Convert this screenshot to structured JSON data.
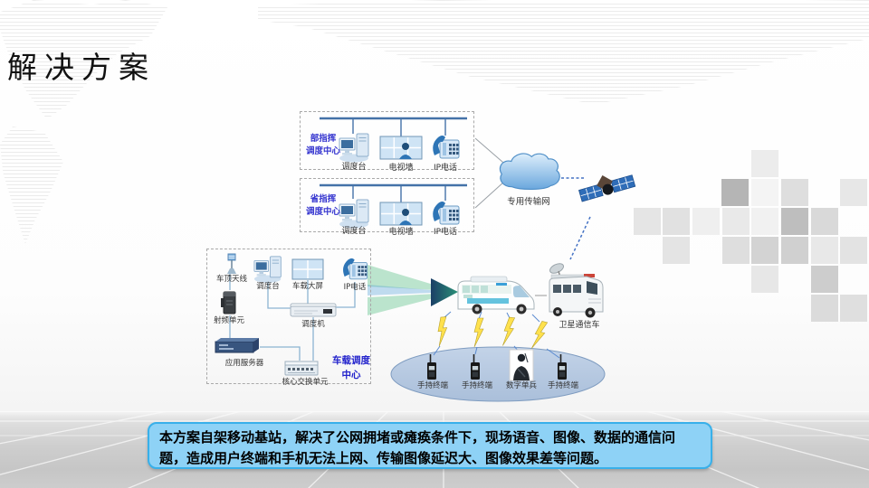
{
  "title": "解决方案",
  "boxes": {
    "ministry": {
      "name_line1": "部指挥",
      "name_line2": "调度中心",
      "items": [
        "调度台",
        "电视墙",
        "IP电话"
      ]
    },
    "province": {
      "name_line1": "省指挥",
      "name_line2": "调度中心",
      "items": [
        "调度台",
        "电视墙",
        "IP电话"
      ]
    },
    "vehicle": {
      "name_line1": "车载调度",
      "name_line2": "中心",
      "antenna": "车顶天线",
      "console": "调度台",
      "screen": "车载大屏",
      "ip_phone": "IP电话",
      "rf_unit": "射频单元",
      "dispatcher": "调度机",
      "app_server": "应用服务器",
      "core_switch": "核心交换单元"
    }
  },
  "network": {
    "cloud": "专用传输网",
    "satellite_vehicle": "卫星通信车"
  },
  "terminals": [
    "手持终端",
    "手持终端",
    "数字单兵",
    "手持终端"
  ],
  "note": "本方案自架移动基站，解决了公网拥堵或瘫痪条件下，现场语音、图像、数据的通信问题，造成用户终端和手机无法上网、传输图像延迟大、图像效果差等问题。",
  "colors": {
    "bus_line": "#4472a8",
    "box_label": "#3434cf",
    "note_fill": "#8ed2f6",
    "note_border": "#38b0ea",
    "cloud_fill": "#6aa7dd",
    "ellipse_fill": "#b7c9e0"
  }
}
